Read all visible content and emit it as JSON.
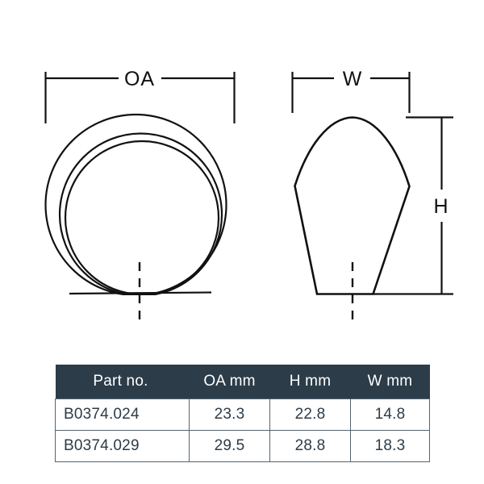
{
  "drawing": {
    "left_view": {
      "name": "top-view-circle",
      "dimension_label": "OA",
      "description": "concentric-circles-top-view"
    },
    "right_view": {
      "name": "side-view-taper",
      "width_label": "W",
      "height_label": "H",
      "description": "tapered-knob-side-view"
    },
    "colors": {
      "line": "#111111",
      "centerline": "#111111",
      "background": "#ffffff"
    }
  },
  "table": {
    "name": "dimension-spec-table",
    "header_background": "#2c3c48",
    "header_text_color": "#ffffff",
    "body_text_color": "#2c3c48",
    "border_color": "#566470",
    "columns": [
      "Part no.",
      "OA mm",
      "H mm",
      "W mm"
    ],
    "rows": [
      {
        "part_no": "B0374.024",
        "oa_mm": "23.3",
        "h_mm": "22.8",
        "w_mm": "14.8"
      },
      {
        "part_no": "B0374.029",
        "oa_mm": "29.5",
        "h_mm": "28.8",
        "w_mm": "18.3"
      }
    ]
  }
}
